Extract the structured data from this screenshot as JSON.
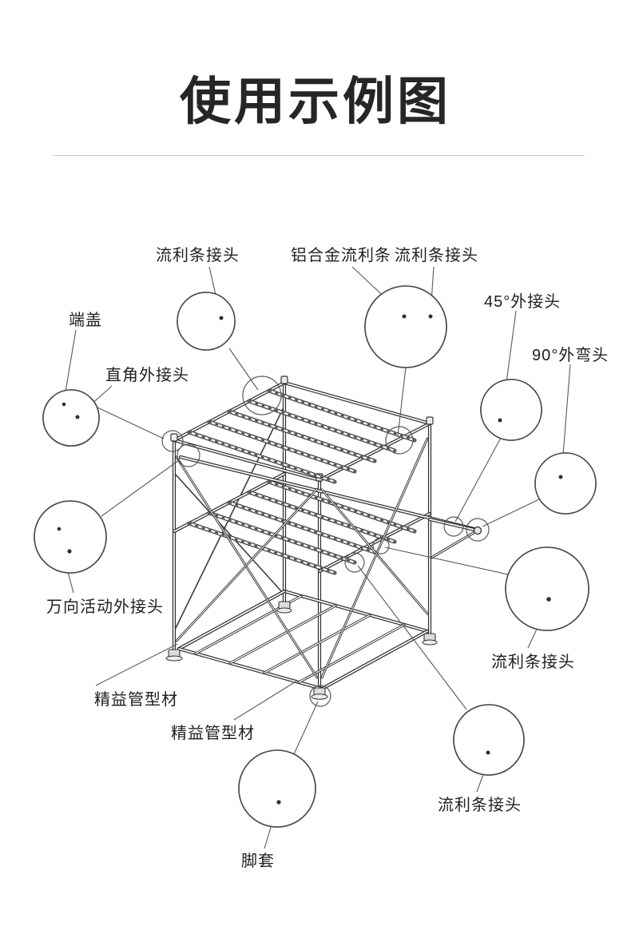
{
  "page": {
    "title": "使用示例图",
    "background": "#ffffff",
    "line_color": "#2f2f2f"
  },
  "diagram": {
    "type": "isometric-technical-illustration",
    "subject": "lean pipe flow-rack usage example with callout details",
    "callouts": [
      {
        "id": "rail-joint-top-left",
        "label": "流利条接头"
      },
      {
        "id": "aluminum-flow-rail",
        "label": "铝合金流利条"
      },
      {
        "id": "rail-joint-top-right",
        "label": "流利条接头"
      },
      {
        "id": "connector-45deg",
        "label": "45°外接头"
      },
      {
        "id": "elbow-90deg",
        "label": "90°外弯头"
      },
      {
        "id": "end-cap",
        "label": "端盖"
      },
      {
        "id": "right-angle-connector",
        "label": "直角外接头"
      },
      {
        "id": "universal-swivel-connector",
        "label": "万向活动外接头"
      },
      {
        "id": "lean-pipe-profile-1",
        "label": "精益管型材"
      },
      {
        "id": "lean-pipe-profile-2",
        "label": "精益管型材"
      },
      {
        "id": "rail-joint-right",
        "label": "流利条接头"
      },
      {
        "id": "rail-joint-bottom-right",
        "label": "流利条接头"
      },
      {
        "id": "foot-cover",
        "label": "脚套"
      }
    ]
  }
}
